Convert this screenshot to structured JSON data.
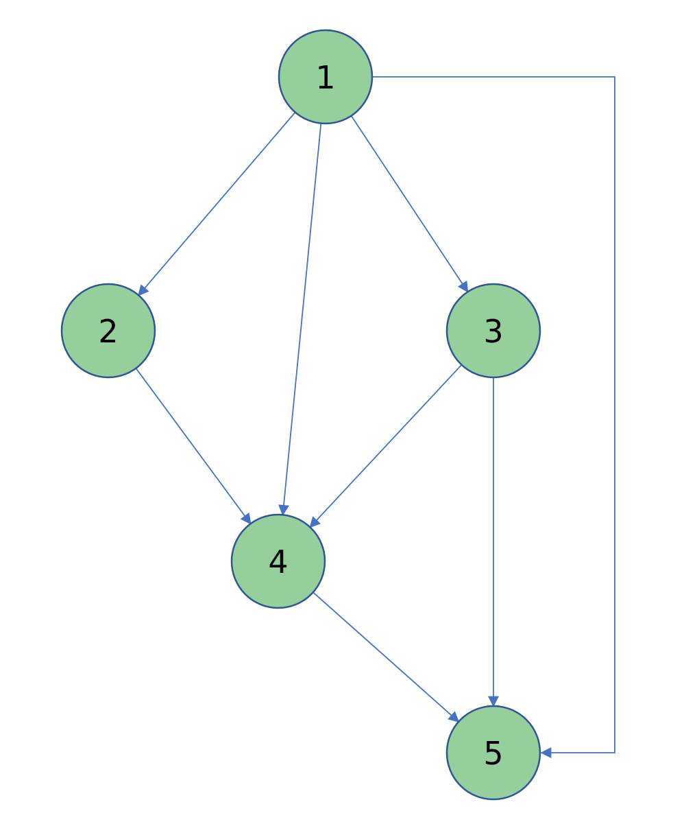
{
  "diagram": {
    "type": "directed-graph",
    "style": {
      "node_fill": "#95CF9C",
      "node_stroke": "#2F5597",
      "edge_color": "#4472C4",
      "label_color": "#000000",
      "background": "#FFFFFF"
    },
    "nodes": [
      {
        "id": "1",
        "label": "1"
      },
      {
        "id": "2",
        "label": "2"
      },
      {
        "id": "3",
        "label": "3"
      },
      {
        "id": "4",
        "label": "4"
      },
      {
        "id": "5",
        "label": "5"
      }
    ],
    "edges": [
      {
        "from": "1",
        "to": "2",
        "shape": "straight"
      },
      {
        "from": "1",
        "to": "4",
        "shape": "straight"
      },
      {
        "from": "1",
        "to": "3",
        "shape": "straight"
      },
      {
        "from": "1",
        "to": "5",
        "shape": "elbow"
      },
      {
        "from": "2",
        "to": "4",
        "shape": "straight"
      },
      {
        "from": "3",
        "to": "4",
        "shape": "straight"
      },
      {
        "from": "3",
        "to": "5",
        "shape": "straight"
      },
      {
        "from": "4",
        "to": "5",
        "shape": "straight"
      }
    ]
  }
}
